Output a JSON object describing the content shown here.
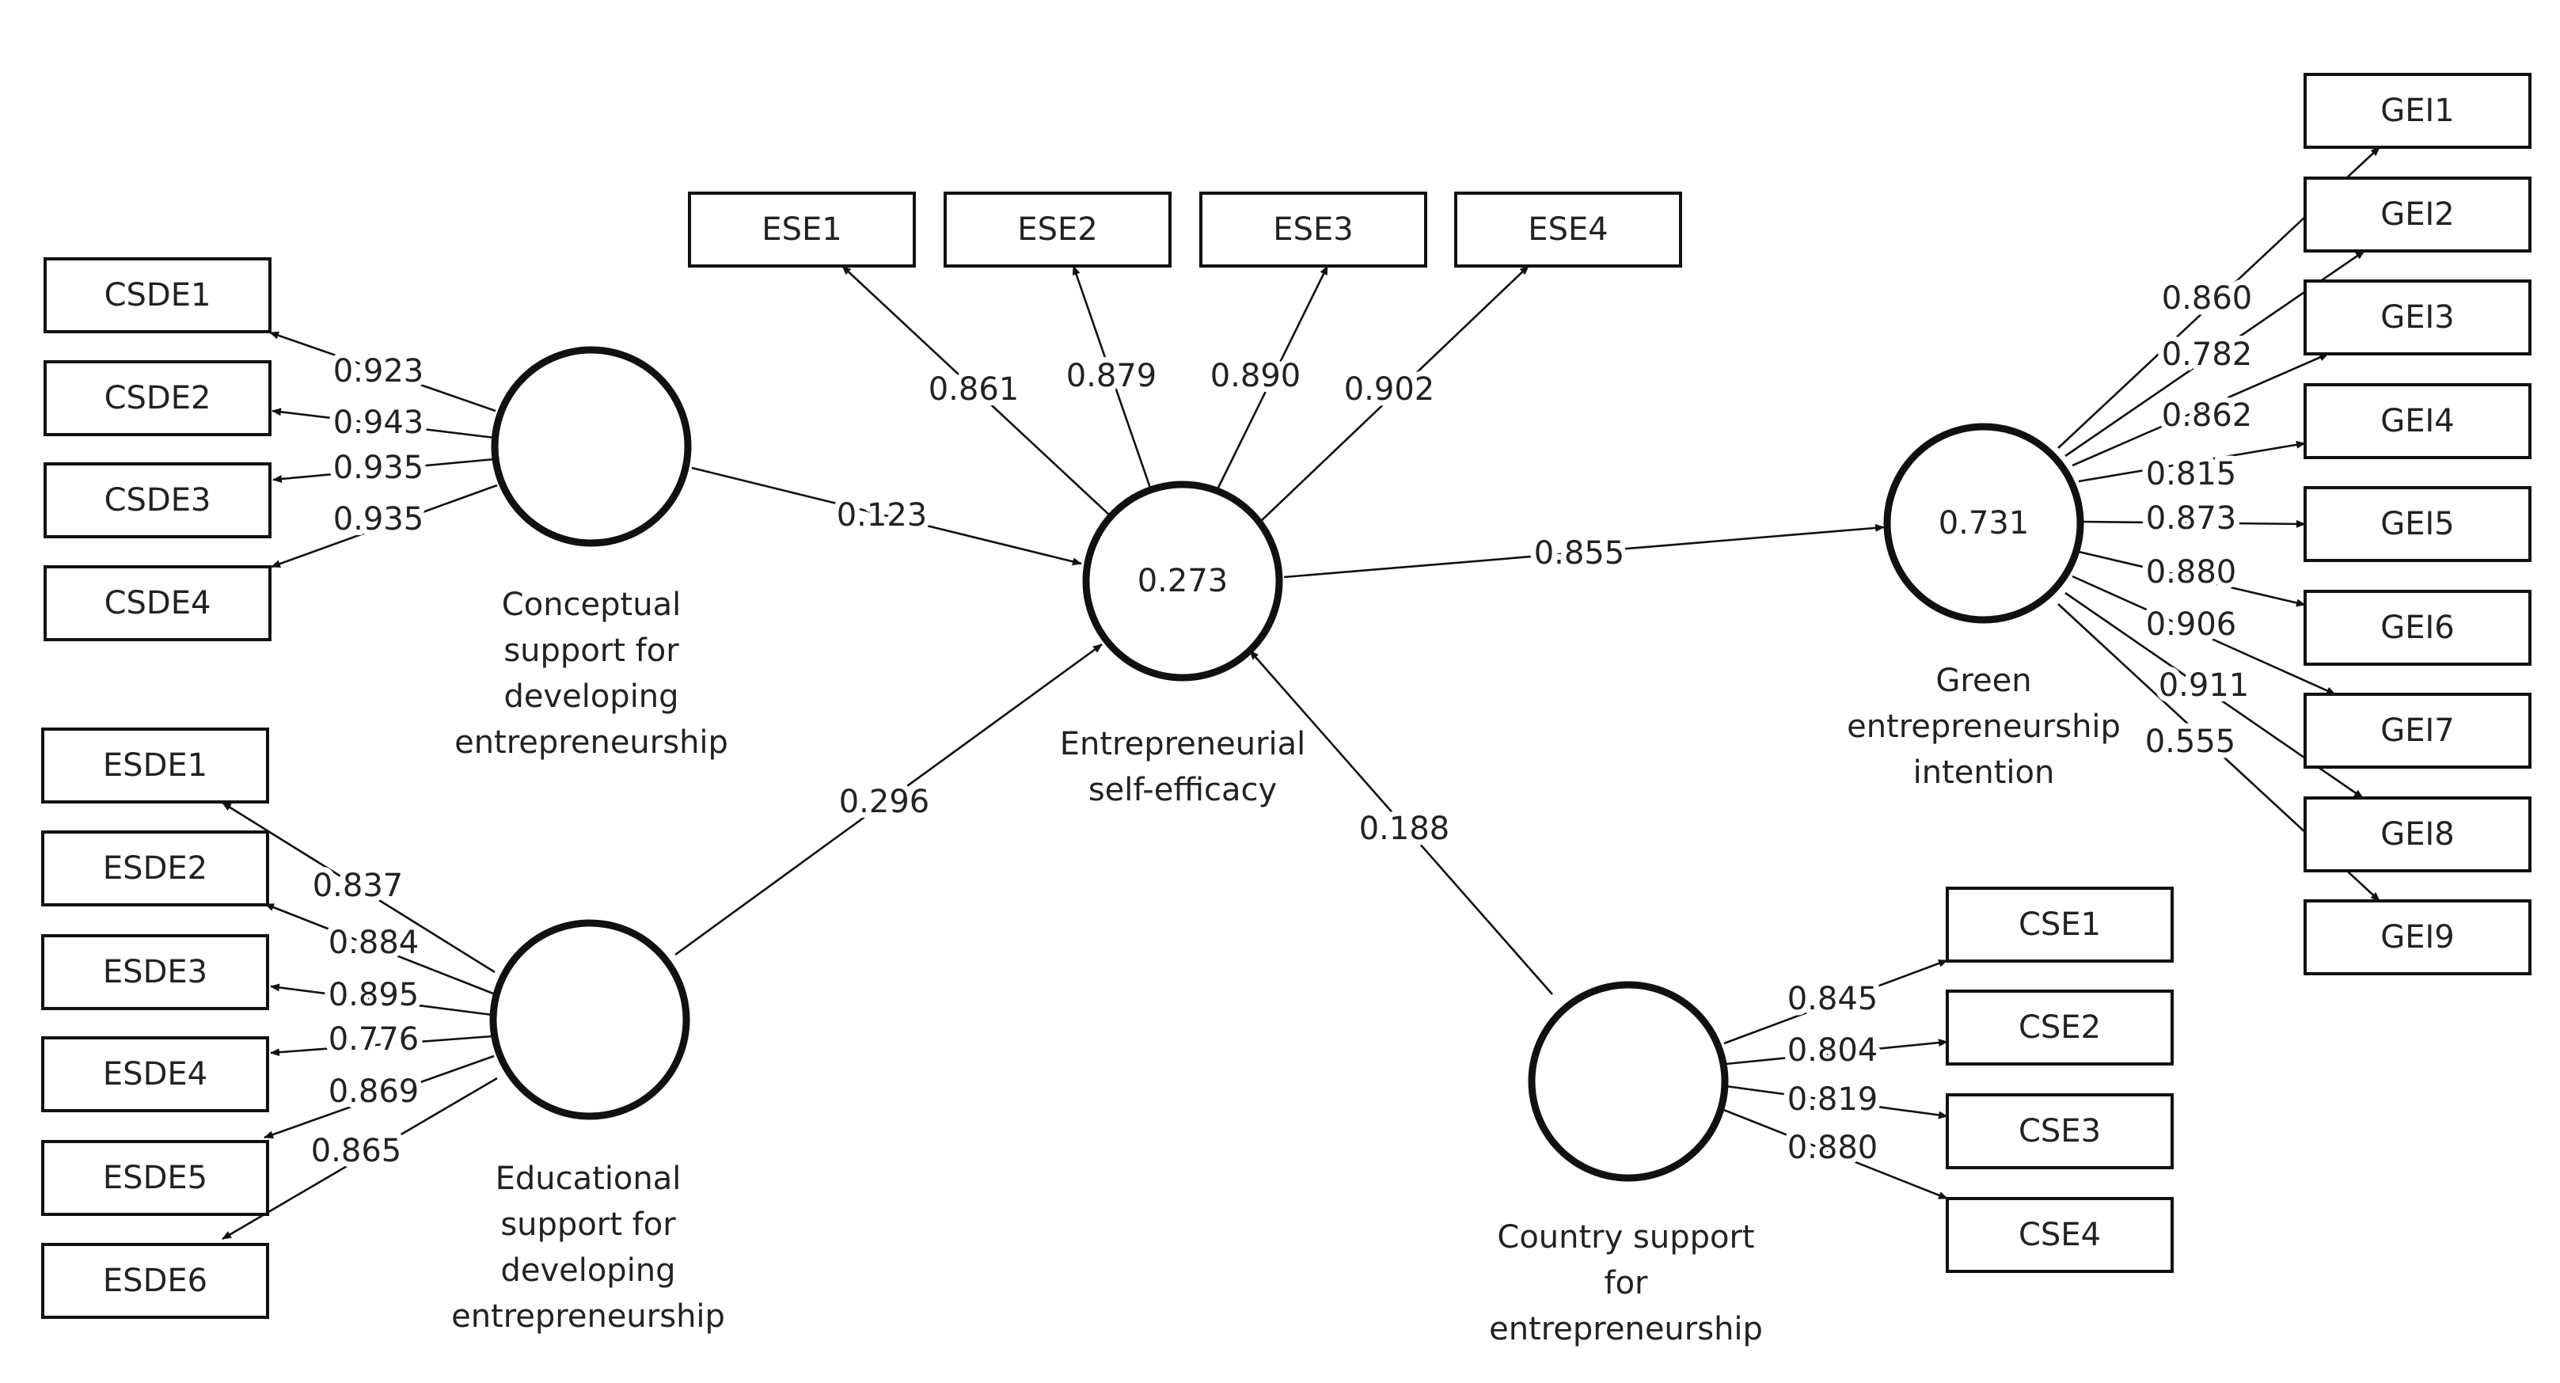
{
  "latent_variables": {
    "csde": {
      "name_lines": [
        "Conceptual",
        "support for",
        "developing",
        "entrepreneurship"
      ],
      "value": ""
    },
    "esde": {
      "name_lines": [
        "Educational",
        "support for",
        "developing",
        "entrepreneurship"
      ],
      "value": ""
    },
    "ese": {
      "name_lines": [
        "Entrepreneurial",
        "self-efficacy"
      ],
      "value": "0.273"
    },
    "gei": {
      "name_lines": [
        "Green",
        "entrepreneurship",
        "intention"
      ],
      "value": "0.731"
    },
    "cse": {
      "name_lines": [
        "Country support",
        "for",
        "entrepreneurship"
      ],
      "value": ""
    }
  },
  "indicators": {
    "csde": [
      {
        "label": "CSDE1",
        "loading": "0.923"
      },
      {
        "label": "CSDE2",
        "loading": "0.943"
      },
      {
        "label": "CSDE3",
        "loading": "0.935"
      },
      {
        "label": "CSDE4",
        "loading": "0.935"
      }
    ],
    "esde": [
      {
        "label": "ESDE1",
        "loading": "0.837"
      },
      {
        "label": "ESDE2",
        "loading": "0.884"
      },
      {
        "label": "ESDE3",
        "loading": "0.895"
      },
      {
        "label": "ESDE4",
        "loading": "0.776"
      },
      {
        "label": "ESDE5",
        "loading": "0.869"
      },
      {
        "label": "ESDE6",
        "loading": "0.865"
      }
    ],
    "ese": [
      {
        "label": "ESE1",
        "loading": "0.861"
      },
      {
        "label": "ESE2",
        "loading": "0.879"
      },
      {
        "label": "ESE3",
        "loading": "0.890"
      },
      {
        "label": "ESE4",
        "loading": "0.902"
      }
    ],
    "gei": [
      {
        "label": "GEI1",
        "loading": "0.860"
      },
      {
        "label": "GEI2",
        "loading": "0.782"
      },
      {
        "label": "GEI3",
        "loading": "0.862"
      },
      {
        "label": "GEI4",
        "loading": "0.815"
      },
      {
        "label": "GEI5",
        "loading": "0.873"
      },
      {
        "label": "GEI6",
        "loading": "0.880"
      },
      {
        "label": "GEI7",
        "loading": "0.906"
      },
      {
        "label": "GEI8",
        "loading": "0.911"
      },
      {
        "label": "GEI9",
        "loading": "0.555"
      }
    ],
    "cse": [
      {
        "label": "CSE1",
        "loading": "0.845"
      },
      {
        "label": "CSE2",
        "loading": "0.804"
      },
      {
        "label": "CSE3",
        "loading": "0.819"
      },
      {
        "label": "CSE4",
        "loading": "0.880"
      }
    ]
  },
  "paths": [
    {
      "from": "csde",
      "to": "ese",
      "coefficient": "0.123"
    },
    {
      "from": "esde",
      "to": "ese",
      "coefficient": "0.296"
    },
    {
      "from": "cse",
      "to": "ese",
      "coefficient": "0.188"
    },
    {
      "from": "ese",
      "to": "gei",
      "coefficient": "0.855"
    }
  ]
}
